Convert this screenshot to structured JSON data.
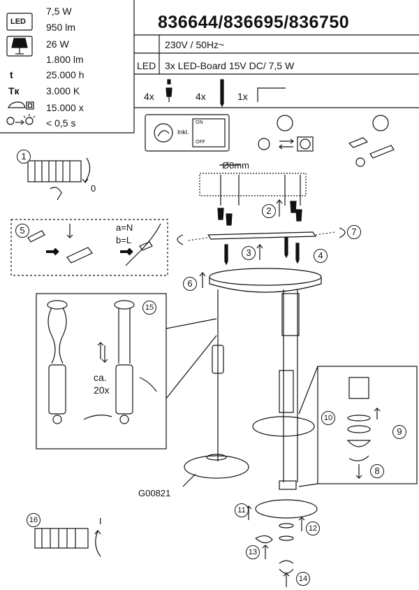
{
  "header": {
    "model_numbers": "836644/836695/836750"
  },
  "specs": {
    "led_badge": "LED",
    "led_power": "7,5 W",
    "led_lumen": "950 lm",
    "bulb_power": "26 W",
    "bulb_lumen": "1.800 lm",
    "lifetime_symbol": "t",
    "lifetime": "25.000 h",
    "color_temp_symbol": "Tк",
    "color_temp": "3.000 K",
    "switch_cycles": "15.000 x",
    "start_time": "< 0,5 s"
  },
  "electrical": {
    "voltage": "230V / 50Hz~",
    "led_label": "LED",
    "led_board": "3x LED-Board 15V DC/ 7,5 W"
  },
  "parts": {
    "screws_qty": "4x",
    "anchors_qty": "4x",
    "key_qty": "1x"
  },
  "switch_label": {
    "inkl": "Inkl.",
    "on": "ON",
    "off": "OFF"
  },
  "labels": {
    "drill_size": "Ø8mm",
    "wire_a": "a=N",
    "wire_b": "b=L",
    "approx": "ca.",
    "times": "20x",
    "part_code": "G00821",
    "step1_state": "0",
    "step16_state": "I"
  },
  "steps": [
    "1",
    "2",
    "3",
    "4",
    "5",
    "6",
    "7",
    "8",
    "9",
    "10",
    "11",
    "12",
    "13",
    "14",
    "15",
    "16"
  ]
}
